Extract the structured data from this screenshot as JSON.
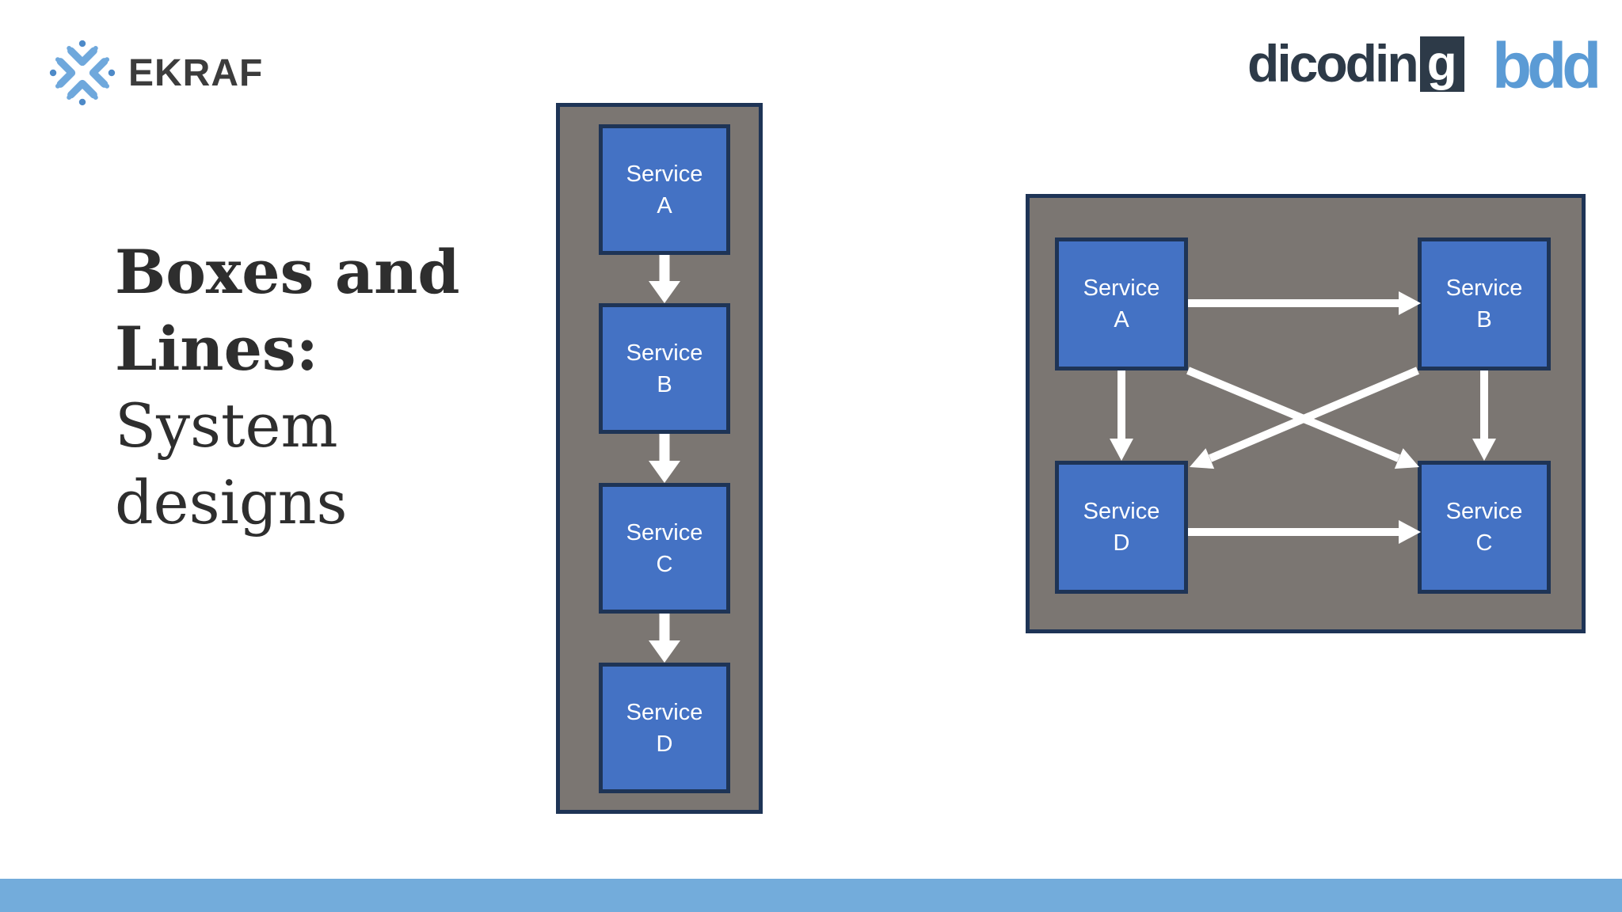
{
  "header": {
    "ekraf_label": "EKRAF",
    "dicoding_label_main": "dicodin",
    "dicoding_label_g": "g",
    "bdd_label": "bdd"
  },
  "title": {
    "bold": "Boxes and Lines:",
    "regular": "System designs"
  },
  "diagrams": {
    "sequential": {
      "nodes": [
        {
          "line1": "Service",
          "line2": "A"
        },
        {
          "line1": "Service",
          "line2": "B"
        },
        {
          "line1": "Service",
          "line2": "C"
        },
        {
          "line1": "Service",
          "line2": "D"
        }
      ],
      "edges": [
        "A→B",
        "B→C",
        "C→D"
      ]
    },
    "mesh": {
      "nodes": [
        {
          "line1": "Service",
          "line2": "A"
        },
        {
          "line1": "Service",
          "line2": "B"
        },
        {
          "line1": "Service",
          "line2": "D"
        },
        {
          "line1": "Service",
          "line2": "C"
        }
      ],
      "edges": [
        "A→B",
        "A→D",
        "A→C",
        "B→D",
        "B→C",
        "D→C"
      ]
    }
  },
  "colors": {
    "box_fill": "#4472C4",
    "box_border": "#1E3456",
    "panel_fill": "#7B7672",
    "panel_border": "#1E3456",
    "arrow": "#FFFFFF",
    "footer_bar": "#73ACDB",
    "title_text": "#2E2E2E",
    "dicoding_navy": "#2D3A48",
    "bdd_blue": "#5B9BD5",
    "ekraf_blue": "#6FA8DC",
    "ekraf_blue_dark": "#4E8AC8"
  }
}
